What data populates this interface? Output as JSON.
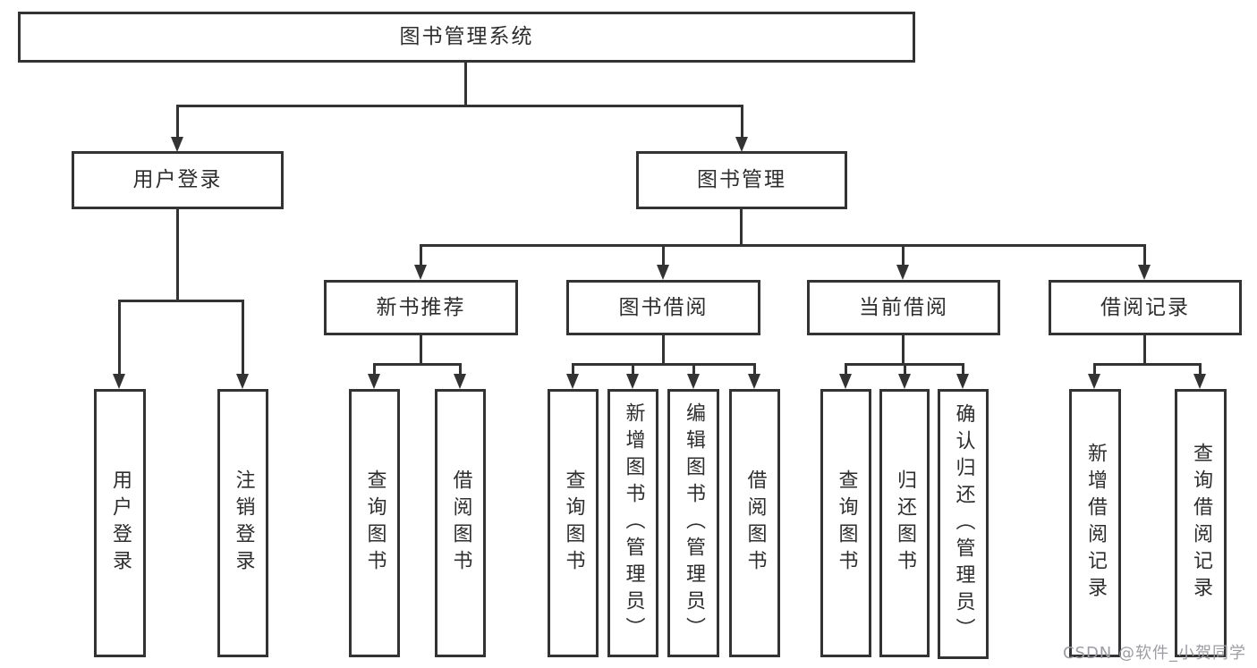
{
  "tree": {
    "root": {
      "label": "图书管理系统",
      "children": [
        {
          "label": "用户登录",
          "children": [
            {
              "label": "用户登录"
            },
            {
              "label": "注销登录"
            }
          ]
        },
        {
          "label": "图书管理",
          "children": [
            {
              "label": "新书推荐",
              "children": [
                {
                  "label": "查询图书"
                },
                {
                  "label": "借阅图书"
                }
              ]
            },
            {
              "label": "图书借阅",
              "children": [
                {
                  "label": "查询图书"
                },
                {
                  "label": "新增图书（管理员）"
                },
                {
                  "label": "编辑图书（管理员）"
                },
                {
                  "label": "借阅图书"
                }
              ]
            },
            {
              "label": "当前借阅",
              "children": [
                {
                  "label": "查询图书"
                },
                {
                  "label": "归还图书"
                },
                {
                  "label": "确认归还（管理员）"
                }
              ]
            },
            {
              "label": "借阅记录",
              "children": [
                {
                  "label": "新增借阅记录"
                },
                {
                  "label": "查询借阅记录"
                }
              ]
            }
          ]
        }
      ]
    }
  },
  "watermark": {
    "label": "CSDN @软件_小贺同学"
  },
  "colors": {
    "line": "#333333",
    "text": "#2e2e2e",
    "background": "#ffffff",
    "watermark": "#9c9ca4"
  }
}
